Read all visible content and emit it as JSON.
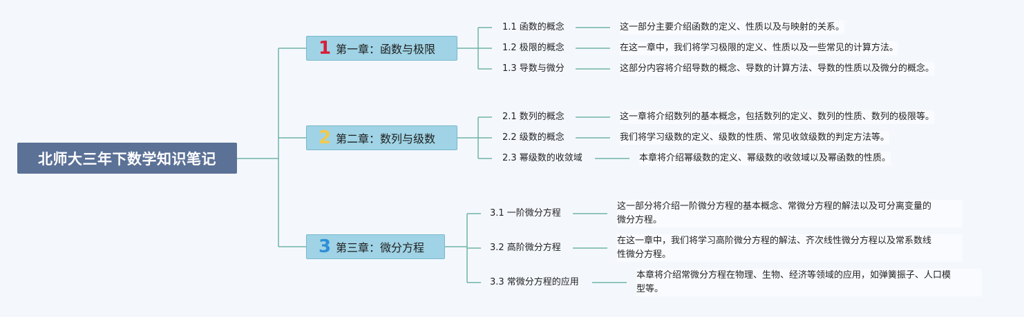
{
  "root": {
    "title": "北师大三年下数学知识笔记"
  },
  "colors": {
    "line": "#6fb3a6",
    "root_bg": "#5b7196",
    "chapter_bg": "#9fd3e5",
    "num1": "#d81e3a",
    "num2": "#f2c94c",
    "num3": "#2f8fd8"
  },
  "chapters": [
    {
      "num": "1",
      "title": "第一章：函数与极限",
      "sections": [
        {
          "label": "1.1 函数的概念",
          "desc": "这一部分主要介绍函数的定义、性质以及与映射的关系。"
        },
        {
          "label": "1.2 极限的概念",
          "desc": "在这一章中，我们将学习极限的定义、性质以及一些常见的计算方法。"
        },
        {
          "label": "1.3 导数与微分",
          "desc": "这部分内容将介绍导数的概念、导数的计算方法、导数的性质以及微分的概念。"
        }
      ]
    },
    {
      "num": "2",
      "title": "第二章：数列与级数",
      "sections": [
        {
          "label": "2.1 数列的概念",
          "desc": "这一章将介绍数列的基本概念，包括数列的定义、数列的性质、数列的极限等。"
        },
        {
          "label": "2.2 级数的概念",
          "desc": "我们将学习级数的定义、级数的性质、常见收敛级数的判定方法等。"
        },
        {
          "label": "2.3 幂级数的收敛域",
          "desc": "本章将介绍幂级数的定义、幂级数的收敛域以及幂函数的性质。"
        }
      ]
    },
    {
      "num": "3",
      "title": "第三章：微分方程",
      "sections": [
        {
          "label": "3.1 一阶微分方程",
          "desc_lines": [
            "这一部分将介绍一阶微分方程的基本概念、常微分方程的解法以及可分离变量的",
            "微分方程。"
          ]
        },
        {
          "label": "3.2 高阶微分方程",
          "desc_lines": [
            "在这一章中，我们将学习高阶微分方程的解法、齐次线性微分方程以及常系数线",
            "性微分方程。"
          ]
        },
        {
          "label": "3.3 常微分方程的应用",
          "desc_lines": [
            "本章将介绍常微分方程在物理、生物、经济等领域的应用，如弹簧振子、人口模",
            "型等。"
          ]
        }
      ]
    }
  ]
}
